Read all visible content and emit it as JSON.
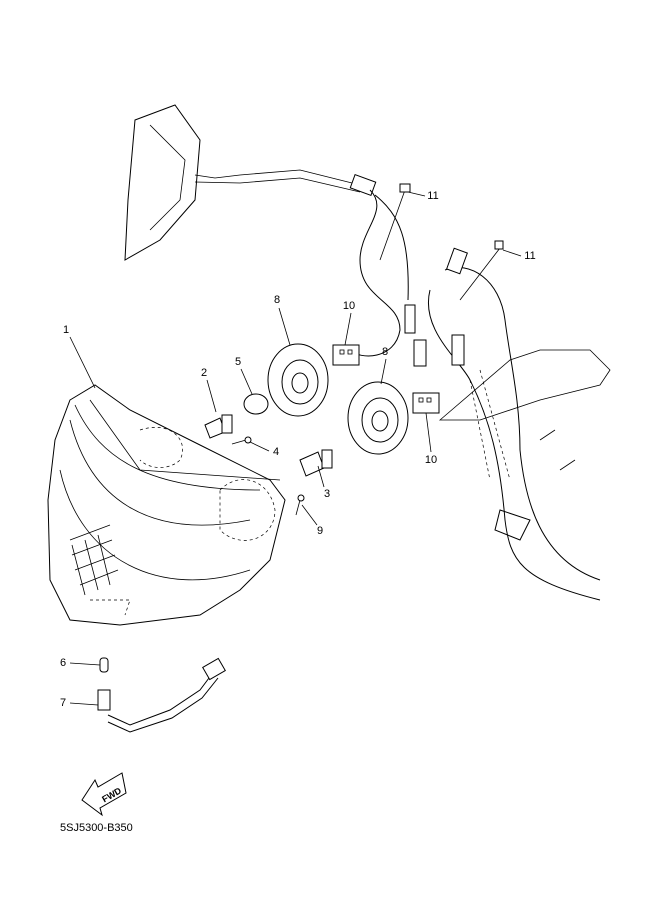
{
  "diagram": {
    "part_labels": {
      "p1": "1",
      "p2": "2",
      "p3": "3",
      "p4": "4",
      "p5": "5",
      "p6": "6",
      "p7": "7",
      "p8a": "8",
      "p8b": "8",
      "p9": "9",
      "p10a": "10",
      "p10b": "10",
      "p11a": "11",
      "p11b": "11"
    },
    "fwd_arrow_text": "FWD",
    "drawing_code": "5SJ5300-B350"
  }
}
